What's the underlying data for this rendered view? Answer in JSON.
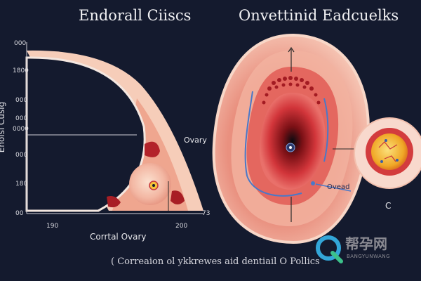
{
  "titles": {
    "left": "Endorall Ciiscs",
    "right": "Onvettinid Eadcuelks"
  },
  "left_axis": {
    "ylabel": "Enolsi Cusig",
    "y_ticks": [
      "000",
      "1800",
      "000",
      "000",
      "0000",
      "000",
      "180",
      "00"
    ],
    "x_ticks": [
      "190",
      "200",
      "73"
    ]
  },
  "labels": {
    "ovary": "Ovary",
    "cortical": "Corrtal Ovary",
    "ovead": "Ovead",
    "c_mark": "C"
  },
  "caption": "( Correaion ol ykkrewes aid dentiail O Pollics",
  "watermark": {
    "cn": "帮孕网",
    "en": "BANGYUNWANG"
  },
  "colors": {
    "background": "#141a2e",
    "tissue_outer": "#f3c6b3",
    "tissue_mid": "#e88a7a",
    "tissue_deep": "#c7353a",
    "follicle_yellow": "#f5c23a",
    "accent_blue": "#4a78c8"
  }
}
